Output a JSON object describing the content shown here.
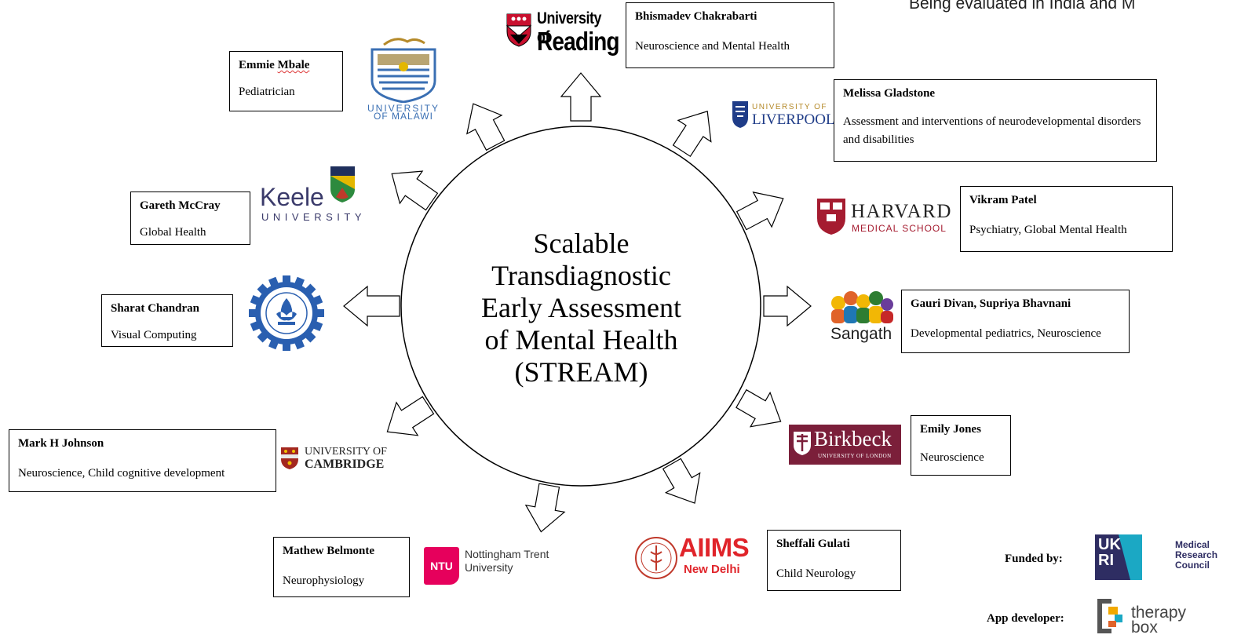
{
  "top_note": "Being evaluated in India and M",
  "center": {
    "lines": [
      "Scalable",
      "Transdiagnostic",
      "Early Assessment",
      "of Mental Health",
      "(STREAM)"
    ]
  },
  "partners": [
    {
      "id": "reading",
      "name": "Bhismadev Chakrabarti",
      "field": "Neuroscience and Mental Health",
      "logo": [
        "University of",
        "Reading"
      ]
    },
    {
      "id": "liverpool",
      "name": "Melissa Gladstone",
      "field": "Assessment and interventions of neurodevelopmental disorders and disabilities",
      "logo": [
        "UNIVERSITY OF",
        "LIVERPOOL"
      ]
    },
    {
      "id": "harvard",
      "name": "Vikram Patel",
      "field": "Psychiatry, Global Mental Health",
      "logo": [
        "HARVARD",
        "MEDICAL SCHOOL"
      ]
    },
    {
      "id": "sangath",
      "name": "Gauri Divan, Supriya Bhavnani",
      "field": "Developmental pediatrics, Neuroscience",
      "logo": [
        "Sangath"
      ]
    },
    {
      "id": "birkbeck",
      "name": "Emily Jones",
      "field": "Neuroscience",
      "logo": [
        "Birkbeck",
        "UNIVERSITY OF LONDON"
      ]
    },
    {
      "id": "aiims",
      "name": "Sheffali Gulati",
      "field": "Child Neurology",
      "logo": [
        "AIIMS",
        "New Delhi"
      ]
    },
    {
      "id": "ntu",
      "name": "Mathew Belmonte",
      "field": "Neurophysiology",
      "logo": [
        "NTU",
        "Nottingham Trent",
        "University"
      ]
    },
    {
      "id": "cambridge",
      "name": "Mark H Johnson",
      "field": "Neuroscience, Child cognitive development",
      "logo": [
        "UNIVERSITY OF",
        "CAMBRIDGE"
      ]
    },
    {
      "id": "iitb",
      "name": "Sharat Chandran",
      "field": "Visual Computing",
      "logo": []
    },
    {
      "id": "keele",
      "name": "Gareth McCray",
      "field": "Global Health",
      "logo": [
        "Keele",
        "UNIVERSITY"
      ]
    },
    {
      "id": "malawi",
      "name": "Emmie Mbale",
      "name_parts": [
        "Emmie",
        "Mbale"
      ],
      "field": "Pediatrician",
      "logo": [
        "UNIVERSITY",
        "OF MALAWI"
      ]
    }
  ],
  "funding": {
    "funded_label": "Funded by:",
    "funder_logo_text": [
      "UK",
      "RI"
    ],
    "funder_name": [
      "Medical",
      "Research",
      "Council"
    ],
    "app_label": "App developer:",
    "app_name": [
      "therapy",
      "box"
    ]
  },
  "colors": {
    "reading_red": "#c8102e",
    "liverpool_blue": "#1f3c88",
    "harvard_red": "#a51c30",
    "birkbeck_maroon": "#7b1f3a",
    "aiims_red": "#e0242a",
    "ntu_pink": "#e6005c",
    "cambridge_red": "#a3271f",
    "keele_green": "#2d8a3e",
    "iitb_blue": "#2a5fb0",
    "ukri_navy": "#2e2d62",
    "mrc_teal": "#1ba8c4",
    "malawi_blue": "#3a6fb3"
  }
}
